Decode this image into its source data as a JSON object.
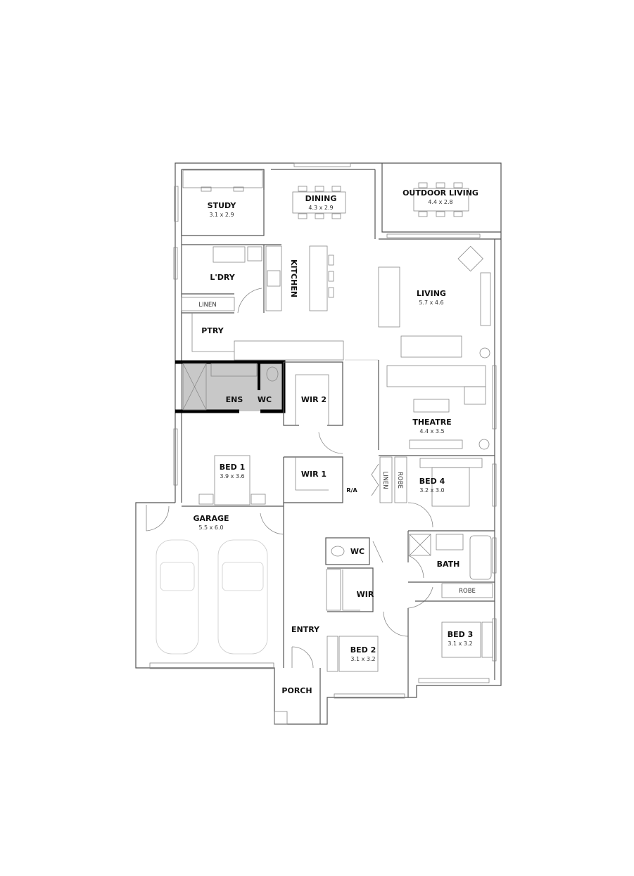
{
  "rooms": {
    "study": {
      "name": "STUDY",
      "size": "3.1 x 2.9"
    },
    "dining": {
      "name": "DINING",
      "size": "4.3 x 2.9"
    },
    "outdoor_living": {
      "name": "OUTDOOR LIVING",
      "size": "4.4 x 2.8"
    },
    "laundry": {
      "name": "L'DRY"
    },
    "linen_laundry": {
      "name": "LINEN"
    },
    "kitchen": {
      "name": "KITCHEN"
    },
    "living": {
      "name": "LIVING",
      "size": "5.7 x 4.6"
    },
    "pantry": {
      "name": "PTRY"
    },
    "ensuite": {
      "name": "ENS"
    },
    "ensuite_wc": {
      "name": "WC"
    },
    "wir2": {
      "name": "WIR 2"
    },
    "theatre": {
      "name": "THEATRE",
      "size": "4.4 x 3.5"
    },
    "wir1": {
      "name": "WIR 1"
    },
    "bed1": {
      "name": "BED 1",
      "size": "3.9 x 3.6"
    },
    "ra": {
      "name": "R/A"
    },
    "linen_hall": {
      "name": "LINEN"
    },
    "robe_bed4": {
      "name": "ROBE"
    },
    "bed4": {
      "name": "BED 4",
      "size": "3.2 x 3.0"
    },
    "garage": {
      "name": "GARAGE",
      "size": "5.5 x 6.0"
    },
    "wc": {
      "name": "WC"
    },
    "bath": {
      "name": "BATH"
    },
    "robe_bed3": {
      "name": "ROBE"
    },
    "wir": {
      "name": "WIR"
    },
    "entry": {
      "name": "ENTRY"
    },
    "bed2": {
      "name": "BED 2",
      "size": "3.1 x 3.2"
    },
    "bed3": {
      "name": "BED 3",
      "size": "3.1 x 3.2"
    },
    "porch": {
      "name": "PORCH"
    }
  },
  "colors": {
    "ensuite_fill": "#c8c8c8",
    "wall": "#555555"
  }
}
